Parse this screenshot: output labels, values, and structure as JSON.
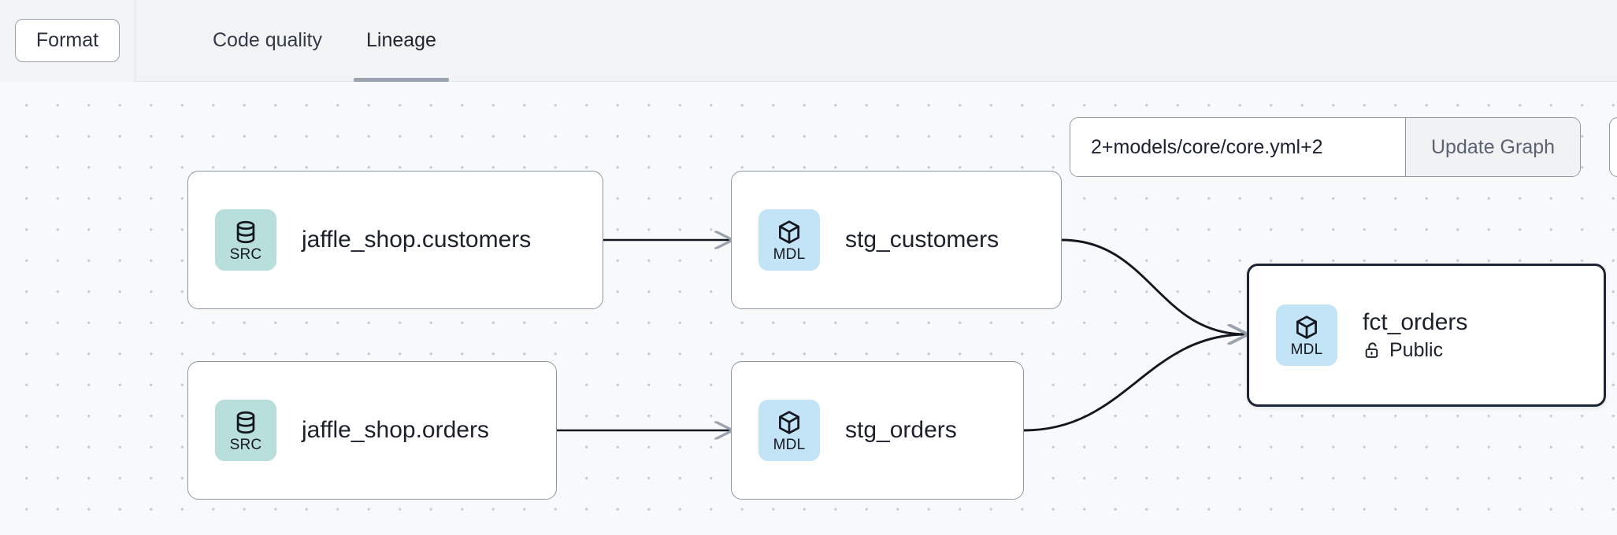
{
  "toolbar": {
    "format_button": "Format",
    "tabs": [
      {
        "label": "Code quality",
        "active": false
      },
      {
        "label": "Lineage",
        "active": true
      }
    ]
  },
  "graph_controls": {
    "selector_value": "2+models/core/core.yml+2",
    "selector_placeholder": "2+models/core/core.yml+2",
    "update_button": "Update Graph"
  },
  "lineage": {
    "nodes": [
      {
        "id": "jaffle_shop_customers",
        "badge_kind": "src",
        "badge_text": "SRC",
        "badge_icon": "database-icon",
        "title": "jaffle_shop.customers",
        "meta": null,
        "selected": false
      },
      {
        "id": "stg_customers",
        "badge_kind": "mdl",
        "badge_text": "MDL",
        "badge_icon": "cube-icon",
        "title": "stg_customers",
        "meta": null,
        "selected": false
      },
      {
        "id": "jaffle_shop_orders",
        "badge_kind": "src",
        "badge_text": "SRC",
        "badge_icon": "database-icon",
        "title": "jaffle_shop.orders",
        "meta": null,
        "selected": false
      },
      {
        "id": "stg_orders",
        "badge_kind": "mdl",
        "badge_text": "MDL",
        "badge_icon": "cube-icon",
        "title": "stg_orders",
        "meta": null,
        "selected": false
      },
      {
        "id": "fct_orders",
        "badge_kind": "mdl",
        "badge_text": "MDL",
        "badge_icon": "cube-icon",
        "title": "fct_orders",
        "meta": "Public",
        "meta_icon": "unlock-icon",
        "selected": true
      }
    ],
    "edges": [
      {
        "from": "jaffle_shop_customers",
        "to": "stg_customers"
      },
      {
        "from": "jaffle_shop_orders",
        "to": "stg_orders"
      },
      {
        "from": "stg_customers",
        "to": "fct_orders"
      },
      {
        "from": "stg_orders",
        "to": "fct_orders"
      }
    ]
  },
  "colors": {
    "src_badge": "#b9dfdc",
    "mdl_badge": "#c3e3f7",
    "node_border": "#8e95a3",
    "selected_border": "#1d2433",
    "edge": "#14171f",
    "tab_underline": "#9ba2b0",
    "canvas_bg": "#f8f9fb",
    "toolbar_bg": "#f2f3f5"
  }
}
